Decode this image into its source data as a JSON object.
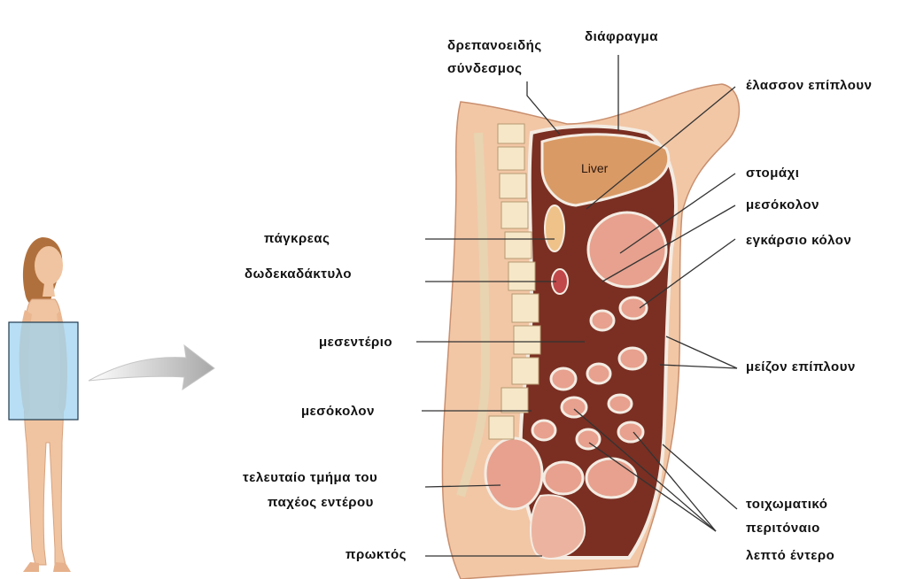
{
  "labels": {
    "falciform_1": "δρεπανοειδής",
    "falciform_2": "σύνδεσμος",
    "diaphragm": "διάφραγμα",
    "lesser_omentum": "έλασσον επίπλουν",
    "stomach": "στομάχι",
    "mesocolon_top": "μεσόκολον",
    "transverse_colon": "εγκάρσιο κόλον",
    "greater_omentum": "μείζον επίπλουν",
    "pancreas": "πάγκρεας",
    "duodenum": "δωδεκαδάκτυλο",
    "mesentery": "μεσεντέριο",
    "mesocolon_bottom": "μεσόκολον",
    "last_part_1": "τελευταίο τμήμα του",
    "last_part_2": "παχέος εντέρου",
    "rectum": "πρωκτός",
    "parietal_1": "τοιχωματικό",
    "parietal_2": "περιτόναιο",
    "small_intestine": "λεπτό έντερο",
    "liver": "Liver"
  },
  "colors": {
    "skin": "#f2c7a6",
    "liver": "#d99a66",
    "cavity": "#7a2f22",
    "peritoneum": "#f4ece3",
    "intestine": "#e7a18e",
    "lines": "#333333",
    "box": "#9fd3f0"
  }
}
